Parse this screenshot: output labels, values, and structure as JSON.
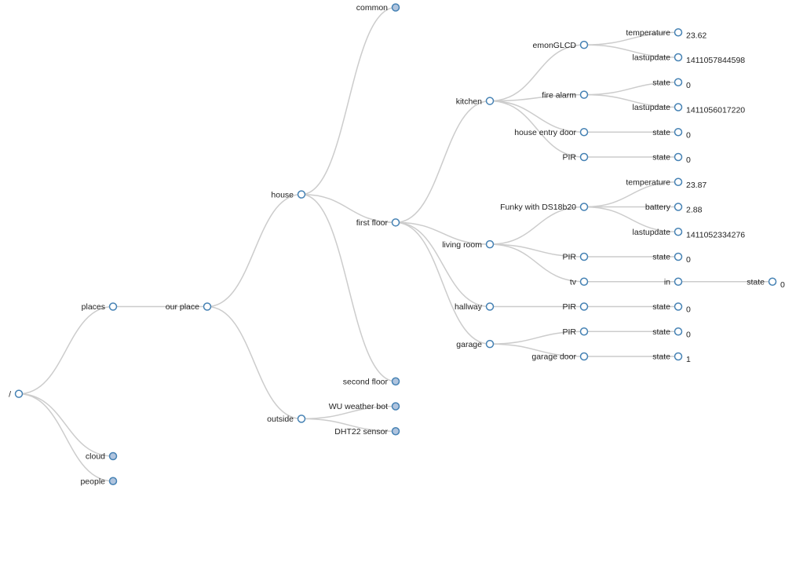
{
  "colors": {
    "link": "#cccccc",
    "node_stroke": "#4682b4",
    "collapsed_fill": "#b0c4de",
    "expanded_fill": "#ffffff",
    "text": "#222222"
  },
  "tree": {
    "name": "/",
    "children": [
      {
        "name": "places",
        "children": [
          {
            "name": "our place",
            "children": [
              {
                "name": "house",
                "children": [
                  {
                    "name": "common",
                    "collapsed": true
                  },
                  {
                    "name": "first floor",
                    "children": [
                      {
                        "name": "kitchen",
                        "children": [
                          {
                            "name": "emonGLCD",
                            "children": [
                              {
                                "name": "temperature",
                                "value": "23.62"
                              },
                              {
                                "name": "lastupdate",
                                "value": "1411057844598"
                              }
                            ]
                          },
                          {
                            "name": "fire alarm",
                            "children": [
                              {
                                "name": "state",
                                "value": "0"
                              },
                              {
                                "name": "lastupdate",
                                "value": "1411056017220"
                              }
                            ]
                          },
                          {
                            "name": "house entry door",
                            "children": [
                              {
                                "name": "state",
                                "value": "0"
                              }
                            ]
                          },
                          {
                            "name": "PIR",
                            "children": [
                              {
                                "name": "state",
                                "value": "0"
                              }
                            ]
                          }
                        ]
                      },
                      {
                        "name": "living room",
                        "children": [
                          {
                            "name": "Funky with DS18b20",
                            "children": [
                              {
                                "name": "temperature",
                                "value": "23.87"
                              },
                              {
                                "name": "battery",
                                "value": "2.88"
                              },
                              {
                                "name": "lastupdate",
                                "value": "1411052334276"
                              }
                            ]
                          },
                          {
                            "name": "PIR",
                            "children": [
                              {
                                "name": "state",
                                "value": "0"
                              }
                            ]
                          },
                          {
                            "name": "tv",
                            "children": [
                              {
                                "name": "in",
                                "children": [
                                  {
                                    "name": "state",
                                    "value": "0"
                                  }
                                ]
                              }
                            ]
                          }
                        ]
                      },
                      {
                        "name": "hallway",
                        "children": [
                          {
                            "name": "PIR",
                            "children": [
                              {
                                "name": "state",
                                "value": "0"
                              }
                            ]
                          }
                        ]
                      },
                      {
                        "name": "garage",
                        "children": [
                          {
                            "name": "PIR",
                            "children": [
                              {
                                "name": "state",
                                "value": "0"
                              }
                            ]
                          },
                          {
                            "name": "garage door",
                            "children": [
                              {
                                "name": "state",
                                "value": "1"
                              }
                            ]
                          }
                        ]
                      }
                    ]
                  },
                  {
                    "name": "second floor",
                    "collapsed": true
                  }
                ]
              },
              {
                "name": "outside",
                "children": [
                  {
                    "name": "WU weather bot",
                    "collapsed": true
                  },
                  {
                    "name": "DHT22 sensor",
                    "collapsed": true
                  }
                ]
              }
            ]
          }
        ]
      },
      {
        "name": "cloud",
        "collapsed": true
      },
      {
        "name": "people",
        "collapsed": true
      }
    ]
  }
}
